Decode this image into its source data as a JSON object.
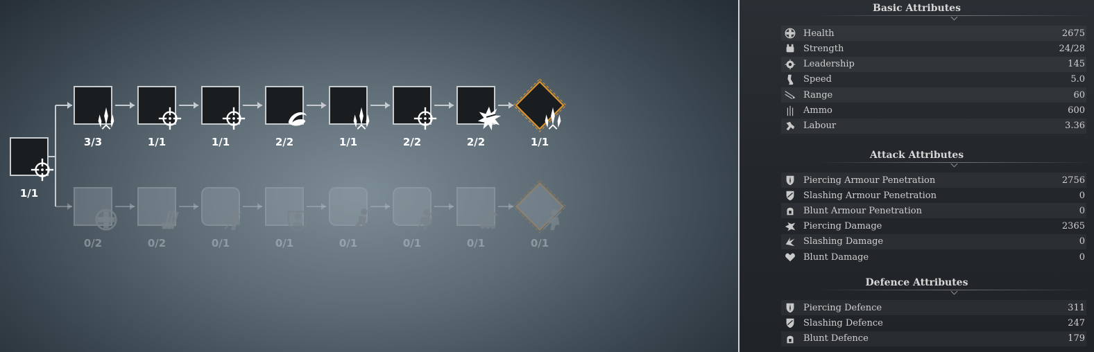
{
  "tree": {
    "root": {
      "count": "1/1",
      "icon": "crosshair-icon"
    },
    "top_row": [
      {
        "count": "3/3",
        "icon": "arrow-volley-icon"
      },
      {
        "count": "1/1",
        "icon": "crosshair-icon"
      },
      {
        "count": "1/1",
        "icon": "crosshair-icon"
      },
      {
        "count": "2/2",
        "icon": "swirl-arrow-icon"
      },
      {
        "count": "1/1",
        "icon": "arrow-volley-icon"
      },
      {
        "count": "2/2",
        "icon": "crosshair-icon"
      },
      {
        "count": "2/2",
        "icon": "burst-icon"
      },
      {
        "count": "1/1",
        "icon": "arrow-volley-icon"
      }
    ],
    "bottom_row": [
      {
        "count": "0/2",
        "icon": "health-cross-icon"
      },
      {
        "count": "0/2",
        "icon": "arrow-bundle-icon"
      },
      {
        "count": "0/1",
        "icon": "archer-icon"
      },
      {
        "count": "0/1",
        "icon": "shield-soldier-icon"
      },
      {
        "count": "0/1",
        "icon": "running-soldier-icon"
      },
      {
        "count": "0/1",
        "icon": "archer-icon"
      },
      {
        "count": "0/1",
        "icon": "supply-icon"
      },
      {
        "count": "0/1",
        "icon": "archer-icon"
      }
    ]
  },
  "panel": {
    "basic": {
      "title": "Basic Attributes",
      "rows": [
        {
          "label": "Health",
          "value": "2675",
          "icon": "health-icon"
        },
        {
          "label": "Strength",
          "value": "24/28",
          "icon": "strength-icon"
        },
        {
          "label": "Leadership",
          "value": "145",
          "icon": "leadership-icon"
        },
        {
          "label": "Speed",
          "value": "5.0",
          "icon": "speed-icon"
        },
        {
          "label": "Range",
          "value": "60",
          "icon": "range-icon"
        },
        {
          "label": "Ammo",
          "value": "600",
          "icon": "ammo-icon"
        },
        {
          "label": "Labour",
          "value": "3.36",
          "icon": "labour-icon"
        }
      ]
    },
    "attack": {
      "title": "Attack Attributes",
      "rows": [
        {
          "label": "Piercing Armour Penetration",
          "value": "2756",
          "icon": "piercing-penetration-icon"
        },
        {
          "label": "Slashing Armour Penetration",
          "value": "0",
          "icon": "slashing-penetration-icon"
        },
        {
          "label": "Blunt Armour Penetration",
          "value": "0",
          "icon": "blunt-penetration-icon"
        },
        {
          "label": "Piercing Damage",
          "value": "2365",
          "icon": "piercing-damage-icon"
        },
        {
          "label": "Slashing Damage",
          "value": "0",
          "icon": "slashing-damage-icon"
        },
        {
          "label": "Blunt Damage",
          "value": "0",
          "icon": "blunt-damage-icon"
        }
      ]
    },
    "defence": {
      "title": "Defence Attributes",
      "rows": [
        {
          "label": "Piercing Defence",
          "value": "311",
          "icon": "piercing-defence-icon"
        },
        {
          "label": "Slashing Defence",
          "value": "247",
          "icon": "slashing-defence-icon"
        },
        {
          "label": "Blunt Defence",
          "value": "179",
          "icon": "blunt-defence-icon"
        }
      ]
    }
  },
  "colors": {
    "highlight": "#e0962a",
    "active_bg": "#1a1d20",
    "panel_bg": "#23272b"
  }
}
